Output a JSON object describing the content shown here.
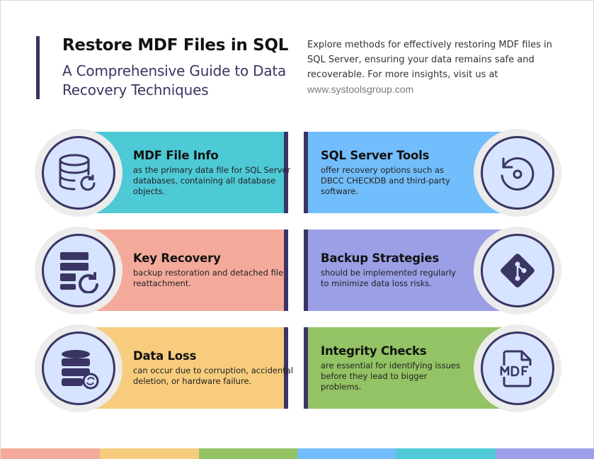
{
  "header": {
    "title": "Restore MDF Files in SQL",
    "subtitle": "A Comprehensive Guide to Data Recovery Techniques",
    "intro": "Explore methods for effectively restoring MDF files in SQL Server, ensuring your data remains safe and recoverable. For more insights, visit us at",
    "url": "www.systoolsgroup.com"
  },
  "cards": {
    "mdf_info": {
      "title": "MDF File Info",
      "desc": "as the primary data file for SQL Server databases, containing all database objects.",
      "color": "#4ec9d6",
      "icon": "database-refresh-icon"
    },
    "sql_tools": {
      "title": "SQL Server Tools",
      "desc": "offer recovery options such as DBCC CHECKDB and third-party software.",
      "color": "#72bdfb",
      "icon": "restore-disc-icon"
    },
    "key_recovery": {
      "title": "Key Recovery",
      "desc": "backup restoration and detached file reattachment.",
      "color": "#f4aa9b",
      "icon": "server-refresh-icon"
    },
    "backup_strategies": {
      "title": "Backup Strategies",
      "desc": "should be implemented regularly to minimize data loss risks.",
      "color": "#9a9fe6",
      "icon": "git-icon"
    },
    "data_loss": {
      "title": "Data Loss",
      "desc": "can occur due to corruption, accidental deletion, or hardware failure.",
      "color": "#f7cc7d",
      "icon": "database-sync-icon"
    },
    "integrity_checks": {
      "title": "Integrity Checks",
      "desc": "are essential for identifying issues before they lead to bigger problems.",
      "color": "#93c364",
      "icon": "mdf-file-icon"
    }
  },
  "footer_colors": [
    "#f4aa9b",
    "#f7cc7d",
    "#93c364",
    "#72bdfb",
    "#4ec9d6",
    "#9a9fe6"
  ]
}
